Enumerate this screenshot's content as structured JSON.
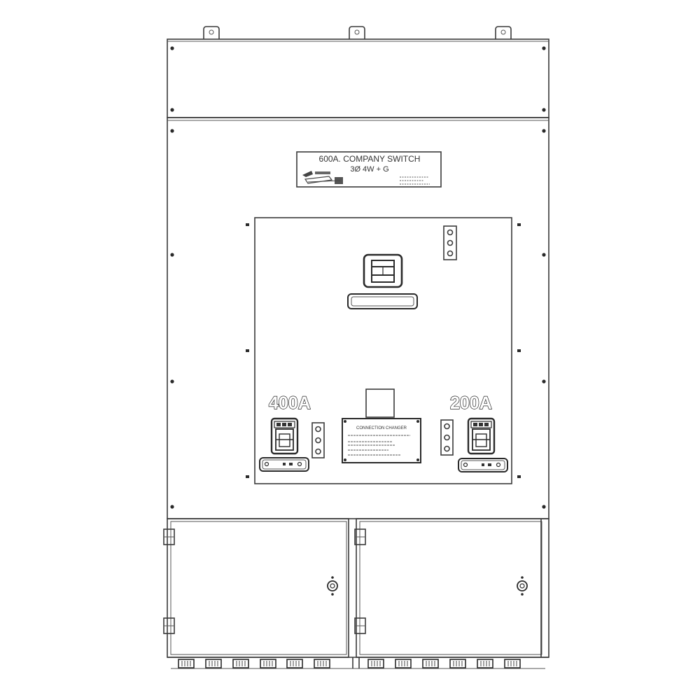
{
  "nameplate": {
    "line1": "600A. COMPANY SWITCH",
    "line2": "3Ø 4W + G"
  },
  "breaker_left": {
    "rating": "400A"
  },
  "breaker_right": {
    "rating": "200A"
  },
  "connection_label": {
    "title": "CONNECTION CHANGER"
  },
  "colors": {
    "line": "#3a3a3a",
    "background": "#ffffff"
  }
}
